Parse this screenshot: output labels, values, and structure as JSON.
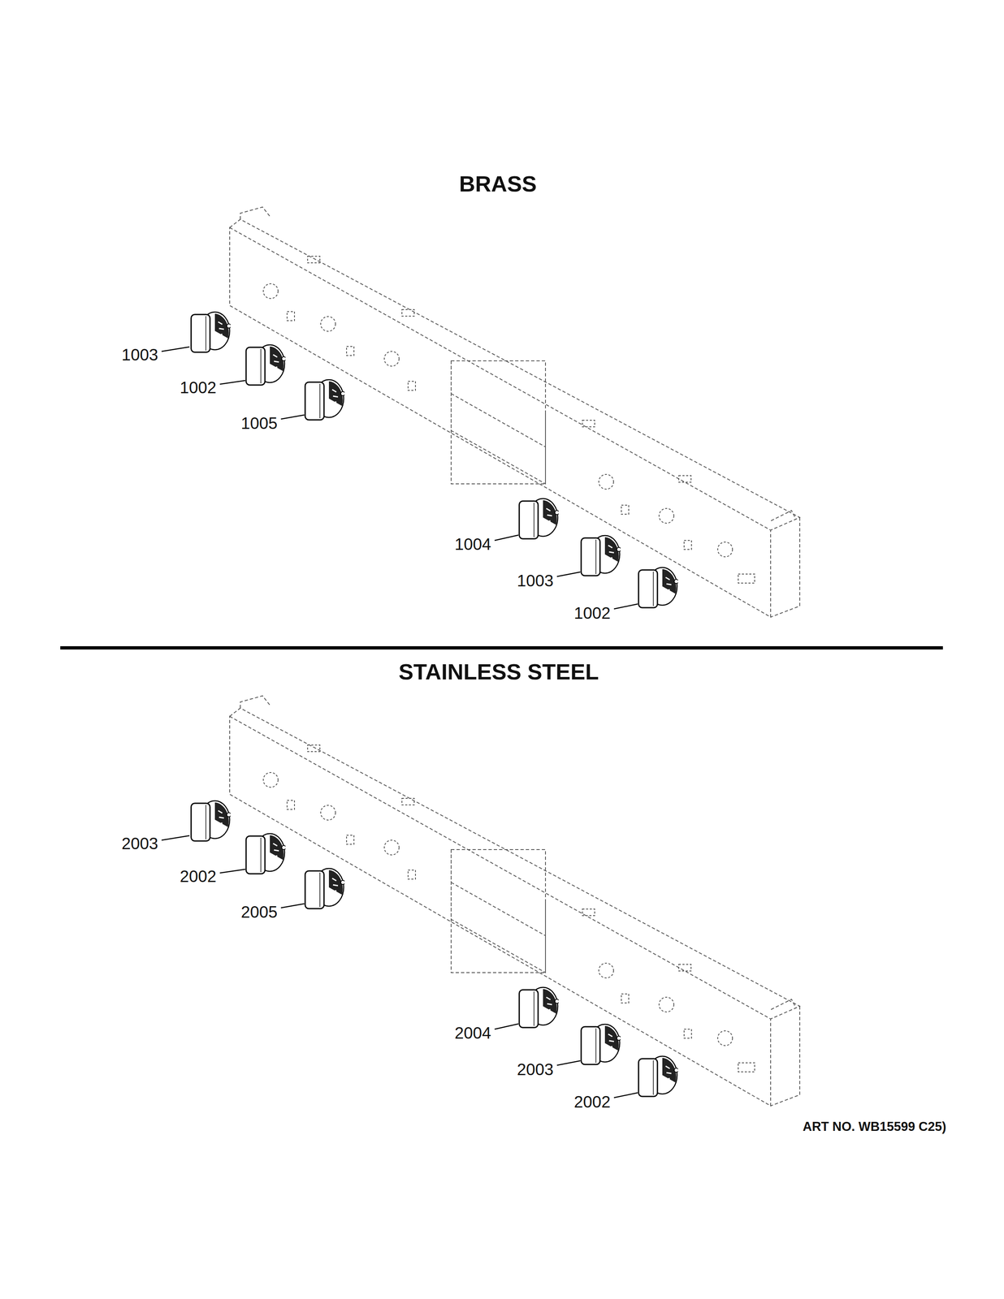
{
  "diagram": {
    "labels": [
      "BRASS",
      "1003",
      "1002",
      "1005",
      "1004",
      "1003",
      "1002",
      "STAINLESS STEEL",
      "2003",
      "2002",
      "2005",
      "2004",
      "2003",
      "2002",
      "ART NO. WB15599 C25)"
    ]
  }
}
